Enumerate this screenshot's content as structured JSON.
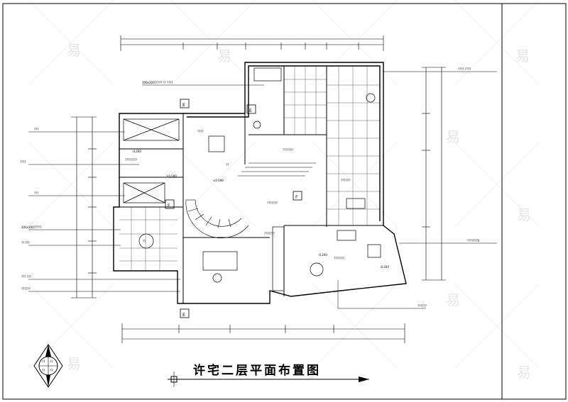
{
  "title": "许宅二层平面布置图",
  "section_marks": [
    "E",
    "E",
    "F",
    "F",
    "E"
  ],
  "compass_marks": [
    "??",
    "??",
    "??",
    "??"
  ],
  "elevations": [
    "±0.000",
    "±0.000",
    "-0.200",
    "-0.200",
    "-0.200"
  ],
  "left_callouts": [
    "???",
    "????",
    "???",
    "300x300?????",
    "?? ???",
    "???  ???",
    "??????"
  ],
  "right_callouts": [
    "????  ????",
    "???????0",
    "??????"
  ],
  "top_callout": "300x300?????    ??  ????",
  "room_labels": [
    "??",
    "????????",
    "??",
    "????",
    "???????",
    "???????",
    "??????",
    "???????",
    "???????"
  ],
  "watermark_char": "易",
  "colors": {
    "line": "#000000",
    "watermark": "#e6e6e6",
    "background": "#ffffff"
  }
}
